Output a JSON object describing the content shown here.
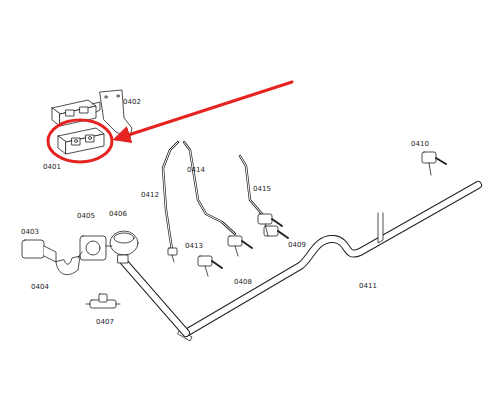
{
  "diagram": {
    "labels": [
      "0402",
      "0401",
      "0410",
      "0414",
      "0415",
      "0412",
      "0406",
      "0405",
      "0403",
      "0409",
      "0413",
      "0408",
      "0411",
      "0404",
      "0407"
    ]
  }
}
